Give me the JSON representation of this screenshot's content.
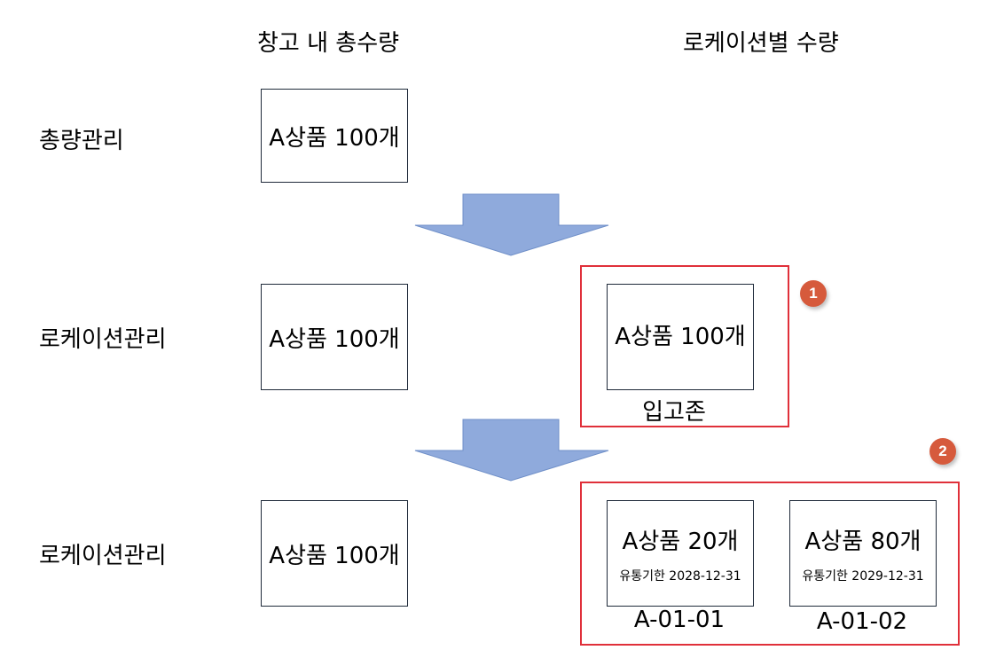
{
  "columns": {
    "total": "창고 내 총수량",
    "location": "로케이션별 수량"
  },
  "rows": [
    {
      "label": "총량관리",
      "total_box": "A상품 100개"
    },
    {
      "label": "로케이션관리",
      "total_box": "A상품 100개",
      "location_box": "A상품 100개",
      "location_name": "입고존",
      "badge": "1"
    },
    {
      "label": "로케이션관리",
      "total_box": "A상품 100개",
      "badge": "2",
      "locations": [
        {
          "item": "A상품 20개",
          "expiry": "유통기한 2028-12-31",
          "code": "A-01-01"
        },
        {
          "item": "A상품 80개",
          "expiry": "유통기한 2029-12-31",
          "code": "A-01-02"
        }
      ]
    }
  ],
  "colors": {
    "arrow_fill": "#8faadc",
    "arrow_stroke": "#6f8fc8",
    "highlight_frame": "#e0303a",
    "badge": "#d65a3c"
  }
}
